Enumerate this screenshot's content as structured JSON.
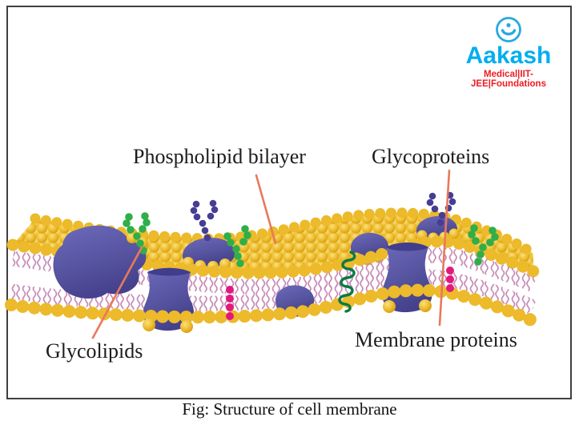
{
  "figure": {
    "caption": "Fig: Structure of cell membrane"
  },
  "logo": {
    "brand": "Aakash",
    "tagline": "Medical|IIT-JEE|Foundations"
  },
  "labels": {
    "phospholipid_bilayer": "Phospholipid bilayer",
    "glycoproteins": "Glycoproteins",
    "glycolipids": "Glycolipids",
    "membrane_proteins": "Membrane proteins"
  },
  "icons": {
    "logo_mark": "aakash-person-in-circle-icon"
  },
  "colors": {
    "brand_blue": "#00aeef",
    "tagline_red": "#ed1c24",
    "lipid_head_gold": "#ecba2a",
    "protein_purple": "#5b58a8",
    "glycolipid_green": "#2fae49",
    "glycoprotein_indigo": "#463d95",
    "helix_green": "#0a7a45",
    "bead_pink": "#e3187d",
    "leader_line": "#e8795c",
    "label_text": "#1c1c1c",
    "box_border": "#3f3f3f"
  }
}
